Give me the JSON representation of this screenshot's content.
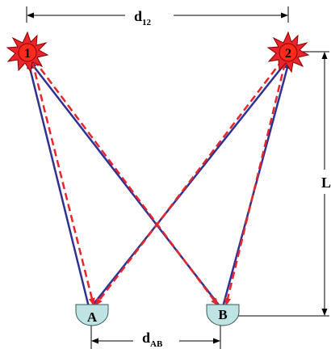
{
  "labels": {
    "d12_main": "d",
    "d12_sub": "12",
    "L": "L",
    "dAB_main": "d",
    "dAB_sub": "AB"
  },
  "sources": [
    {
      "label": "1",
      "icon": "star-burst-icon"
    },
    {
      "label": "2",
      "icon": "star-burst-icon"
    }
  ],
  "detectors": [
    {
      "label": "A",
      "icon": "detector-cup-icon"
    },
    {
      "label": "B",
      "icon": "detector-cup-icon"
    }
  ],
  "colors": {
    "solid_path": "#2e3192",
    "dashed_path": "#e8252b",
    "source_fill": "#e8252b",
    "source_outline": "#8b0000",
    "detector_fill": "#bfe3e3",
    "detector_stroke": "#3a5a5a",
    "dimension_line": "#000000"
  }
}
